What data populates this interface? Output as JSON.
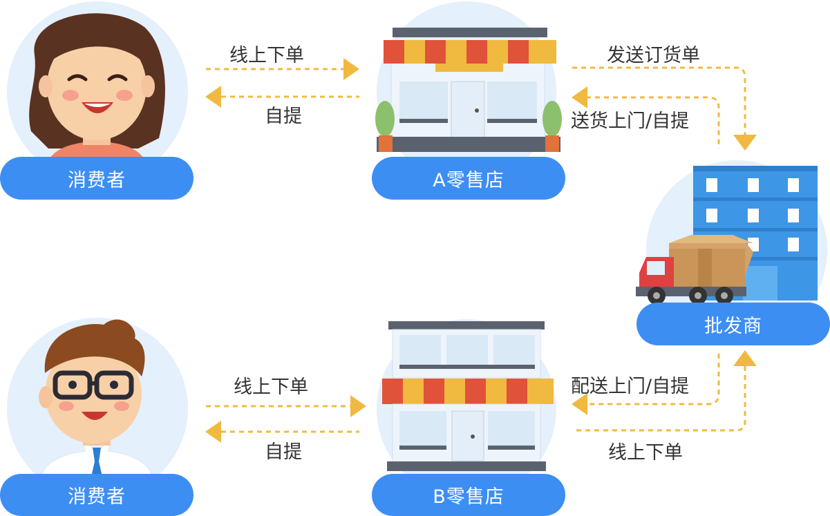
{
  "nodes": {
    "consumer_a": "消费者",
    "consumer_b": "消费者",
    "retailer_a": "A零售店",
    "retailer_b": "B零售店",
    "wholesaler": "批发商"
  },
  "edges": {
    "a_order": "线上下单",
    "a_pickup": "自提",
    "send_order": "发送订货单",
    "a_delivery": "送货上门/自提",
    "b_order": "线上下单",
    "b_pickup": "自提",
    "b_delivery": "配送上门/自提",
    "b_wholesale_order": "线上下单"
  },
  "colors": {
    "pill": "#3d8ef3",
    "circle": "#e4f0fc",
    "arrow": "#f0b940"
  }
}
